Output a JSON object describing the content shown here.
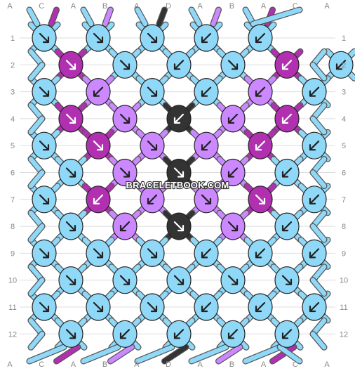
{
  "app": {
    "watermark": "BRACELETBOOK.COM"
  },
  "colors": {
    "A": "#8fd8f8",
    "B": "#cc88ff",
    "C": "#b030b0",
    "D": "#333333"
  },
  "pattern": {
    "strings_top": [
      "A",
      "C",
      "A",
      "B",
      "A",
      "D",
      "A",
      "B",
      "A",
      "C",
      "A"
    ],
    "strings_bottom": [
      "A",
      "C",
      "A",
      "B",
      "A",
      "D",
      "A",
      "B",
      "A",
      "C",
      "A"
    ],
    "row_numbers": [
      "1",
      "2",
      "3",
      "4",
      "5",
      "6",
      "7",
      "8",
      "9",
      "10",
      "11",
      "12"
    ],
    "knots": [
      [
        {
          "c": "A",
          "a": "se"
        },
        {
          "c": "A",
          "a": "se"
        },
        {
          "c": "A",
          "a": "se"
        },
        {
          "c": "A",
          "a": "sw"
        },
        {
          "c": "A",
          "a": "sw"
        }
      ],
      [
        {
          "c": "C",
          "a": "se"
        },
        {
          "c": "A",
          "a": "se"
        },
        {
          "c": "A",
          "a": "sw"
        },
        {
          "c": "A",
          "a": "se"
        },
        {
          "c": "C",
          "a": "sw"
        },
        {
          "c": "A",
          "a": "sw"
        }
      ],
      [
        {
          "c": "A",
          "a": "se"
        },
        {
          "c": "B",
          "a": "sw"
        },
        {
          "c": "A",
          "a": "se"
        },
        {
          "c": "A",
          "a": "sw"
        },
        {
          "c": "B",
          "a": "sw"
        },
        {
          "c": "A",
          "a": "sw"
        }
      ],
      [
        {
          "c": "C",
          "a": "se"
        },
        {
          "c": "B",
          "a": "se"
        },
        {
          "c": "D",
          "a": "sw"
        },
        {
          "c": "B",
          "a": "sw"
        },
        {
          "c": "C",
          "a": "sw"
        }
      ],
      [
        {
          "c": "A",
          "a": "se"
        },
        {
          "c": "C",
          "a": "se"
        },
        {
          "c": "B",
          "a": "se"
        },
        {
          "c": "B",
          "a": "sw"
        },
        {
          "c": "C",
          "a": "sw"
        },
        {
          "c": "A",
          "a": "sw"
        }
      ],
      [
        {
          "c": "A",
          "a": "se"
        },
        {
          "c": "B",
          "a": "se"
        },
        {
          "c": "D",
          "a": "se"
        },
        {
          "c": "B",
          "a": "sw"
        },
        {
          "c": "A",
          "a": "sw"
        }
      ],
      [
        {
          "c": "A",
          "a": "se"
        },
        {
          "c": "C",
          "a": "sw"
        },
        {
          "c": "B",
          "a": "sw"
        },
        {
          "c": "B",
          "a": "se"
        },
        {
          "c": "C",
          "a": "se"
        },
        {
          "c": "A",
          "a": "sw"
        }
      ],
      [
        {
          "c": "A",
          "a": "se"
        },
        {
          "c": "B",
          "a": "sw"
        },
        {
          "c": "D",
          "a": "se"
        },
        {
          "c": "B",
          "a": "se"
        },
        {
          "c": "A",
          "a": "sw"
        }
      ],
      [
        {
          "c": "A",
          "a": "se"
        },
        {
          "c": "A",
          "a": "se"
        },
        {
          "c": "A",
          "a": "se"
        },
        {
          "c": "A",
          "a": "sw"
        },
        {
          "c": "A",
          "a": "sw"
        },
        {
          "c": "A",
          "a": "sw"
        }
      ],
      [
        {
          "c": "A",
          "a": "se"
        },
        {
          "c": "A",
          "a": "se"
        },
        {
          "c": "A",
          "a": "se"
        },
        {
          "c": "A",
          "a": "se"
        },
        {
          "c": "A",
          "a": "se"
        }
      ],
      [
        {
          "c": "A",
          "a": "se"
        },
        {
          "c": "A",
          "a": "se"
        },
        {
          "c": "A",
          "a": "se"
        },
        {
          "c": "A",
          "a": "sw"
        },
        {
          "c": "A",
          "a": "sw"
        },
        {
          "c": "A",
          "a": "sw"
        }
      ],
      [
        {
          "c": "A",
          "a": "se"
        },
        {
          "c": "A",
          "a": "sw"
        },
        {
          "c": "A",
          "a": "sw"
        },
        {
          "c": "A",
          "a": "sw"
        },
        {
          "c": "A",
          "a": "sw"
        }
      ]
    ]
  }
}
